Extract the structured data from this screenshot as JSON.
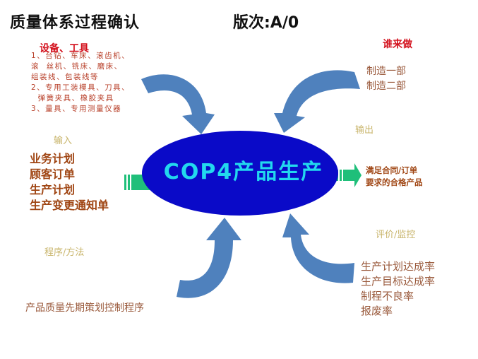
{
  "header": {
    "title": "质量体系过程确认",
    "version": "版次:A/0"
  },
  "center": {
    "label": "COP4产品生产",
    "fill_color": "#0a0ac8",
    "text_color": "#22d8ee"
  },
  "equipment": {
    "heading": "设备、工具",
    "lines": [
      "1、台钻、车床、滚齿机、",
      "滚  丝机、铣床、磨床、",
      "组装线、包装线等",
      "2、专用工装模具、刀具、",
      "  弹簧夹具、橡胶夹具",
      "3、量具、专用测量仪器"
    ]
  },
  "who": {
    "heading": "谁来做",
    "items": [
      "制造一部",
      "制造二部"
    ]
  },
  "input": {
    "label": "输入",
    "items": [
      "业务计划",
      "顾客订单",
      "生产计划",
      "生产变更通知单"
    ]
  },
  "output": {
    "label": "输出",
    "lines": [
      "满足合同/订单",
      "要求的合格产品"
    ]
  },
  "method": {
    "label": "程序/方法",
    "item": "产品质量先期策划控制程序"
  },
  "evaluation": {
    "label": "评价/监控",
    "items": [
      "生产计划达成率",
      "生产目标达成率",
      "制程不良率",
      "报废率"
    ]
  },
  "colors": {
    "arrow_blue": "#4f81bd",
    "arrow_green": "#1fbf7a",
    "heading_red": "#d3101c",
    "label_gold": "#c8b46a",
    "text_brown": "#a04614"
  }
}
